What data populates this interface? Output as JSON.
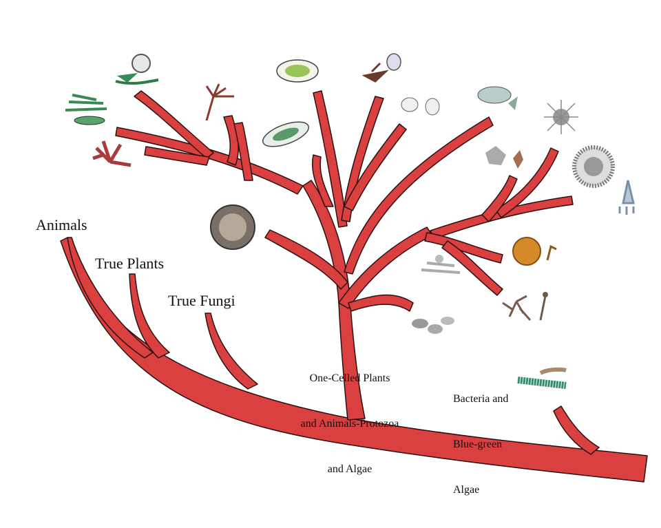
{
  "labels": {
    "animals": "Animals",
    "true_plants": "True Plants",
    "true_fungi": "True Fungi",
    "protozoa_line1": "One-Celled Plants",
    "protozoa_line2": "and Animals-Protozoa",
    "protozoa_line3": "and Algae",
    "bacteria_line1": "Bacteria and",
    "bacteria_line2": "Blue-green",
    "bacteria_line3": "Algae"
  },
  "colors": {
    "branch_fill": "#d9403f",
    "branch_stroke": "#2a0f0f",
    "background": "#ffffff"
  },
  "icons": [
    "alga-chain-icon",
    "desmid-icon",
    "red-seaweed-icon",
    "diatom-icon",
    "hydra-icon",
    "euglena-icon",
    "paramecium-icon",
    "amoeba-icon",
    "dinoflagellate-icon",
    "ciliate-icon",
    "radiolarian-icon",
    "heliozoan-icon",
    "foraminifera-icon",
    "slime-mold-icon",
    "plasmodium-icon",
    "mold-icon",
    "yeast-icon",
    "cyanobacteria-icon",
    "cyst-icon",
    "stalked-protist-icon"
  ]
}
